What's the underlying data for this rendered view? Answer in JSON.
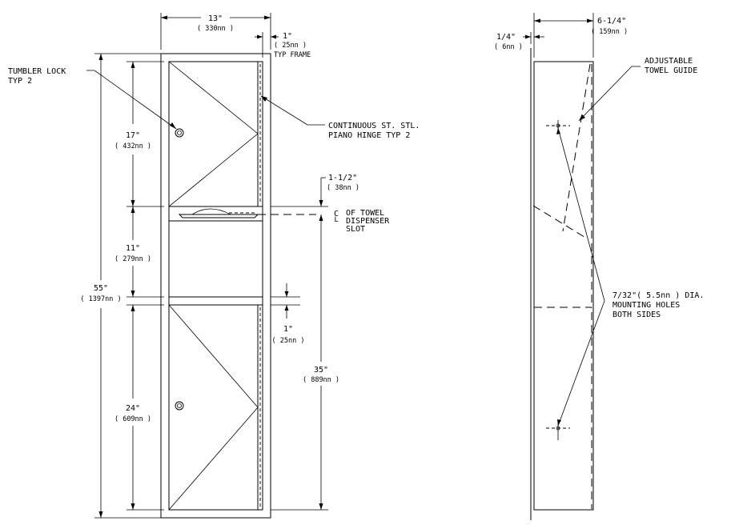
{
  "front_view": {
    "width": {
      "imperial": "13\"",
      "metric": "( 330nn )"
    },
    "frame": {
      "imperial": "1\"",
      "metric": "( 25nn )",
      "note": "TYP FRAME"
    },
    "tumbler_lock": {
      "line1": "TUMBLER LOCK",
      "line2": "TYP 2"
    },
    "hinge": {
      "line1": "CONTINUOUS ST. STL.",
      "line2": "PIANO HINGE TYP 2"
    },
    "upper_door": {
      "imperial": "17\"",
      "metric": "( 432nn )"
    },
    "slot_offset": {
      "imperial": "1-1/2\"",
      "metric": "( 38nn )"
    },
    "centerline": {
      "symbol": "C",
      "line1": "OF TOWEL",
      "line2": "DISPENSER",
      "line3": "SLOT"
    },
    "middle": {
      "imperial": "11\"",
      "metric": "( 279nn )"
    },
    "overall_height": {
      "imperial": "55\"",
      "metric": "( 1397nn )"
    },
    "gap": {
      "imperial": "1\"",
      "metric": "( 25nn )"
    },
    "slot_height": {
      "imperial": "35\"",
      "metric": "( 889nn )"
    },
    "lower_door": {
      "imperial": "24\"",
      "metric": "( 609nn )"
    }
  },
  "side_view": {
    "depth": {
      "imperial": "6-1/4\"",
      "metric": "( 159nn )"
    },
    "flange": {
      "imperial": "1/4\"",
      "metric": "( 6nn )"
    },
    "towel_guide": {
      "line1": "ADJUSTABLE",
      "line2": "TOWEL GUIDE"
    },
    "mounting_holes": {
      "line1": "7/32\"( 5.5nn ) DIA.",
      "line2": "MOUNTING HOLES",
      "line3": "BOTH SIDES"
    }
  }
}
